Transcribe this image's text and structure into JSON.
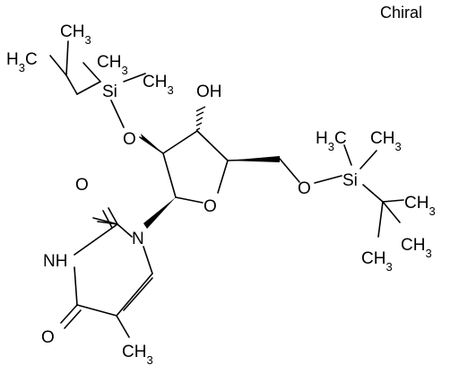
{
  "labels": {
    "chiral": "Chiral",
    "ch3_a": "CH3",
    "h3c_a": "H3C",
    "ch3_b": "CH3",
    "ch3_c": "CH3",
    "si_a": "Si",
    "o_a": "O",
    "oh": "OH",
    "o_ring": "O",
    "o_b": "O",
    "si_b": "Si",
    "h3c_b": "H3C",
    "ch3_d": "CH3",
    "ch3_e": "CH3",
    "ch3_f": "CH3",
    "ch3_g": "CH3",
    "o_c2": "O",
    "n1": "N",
    "nh": "NH",
    "o_c4": "O",
    "ch3_me": "CH3"
  }
}
